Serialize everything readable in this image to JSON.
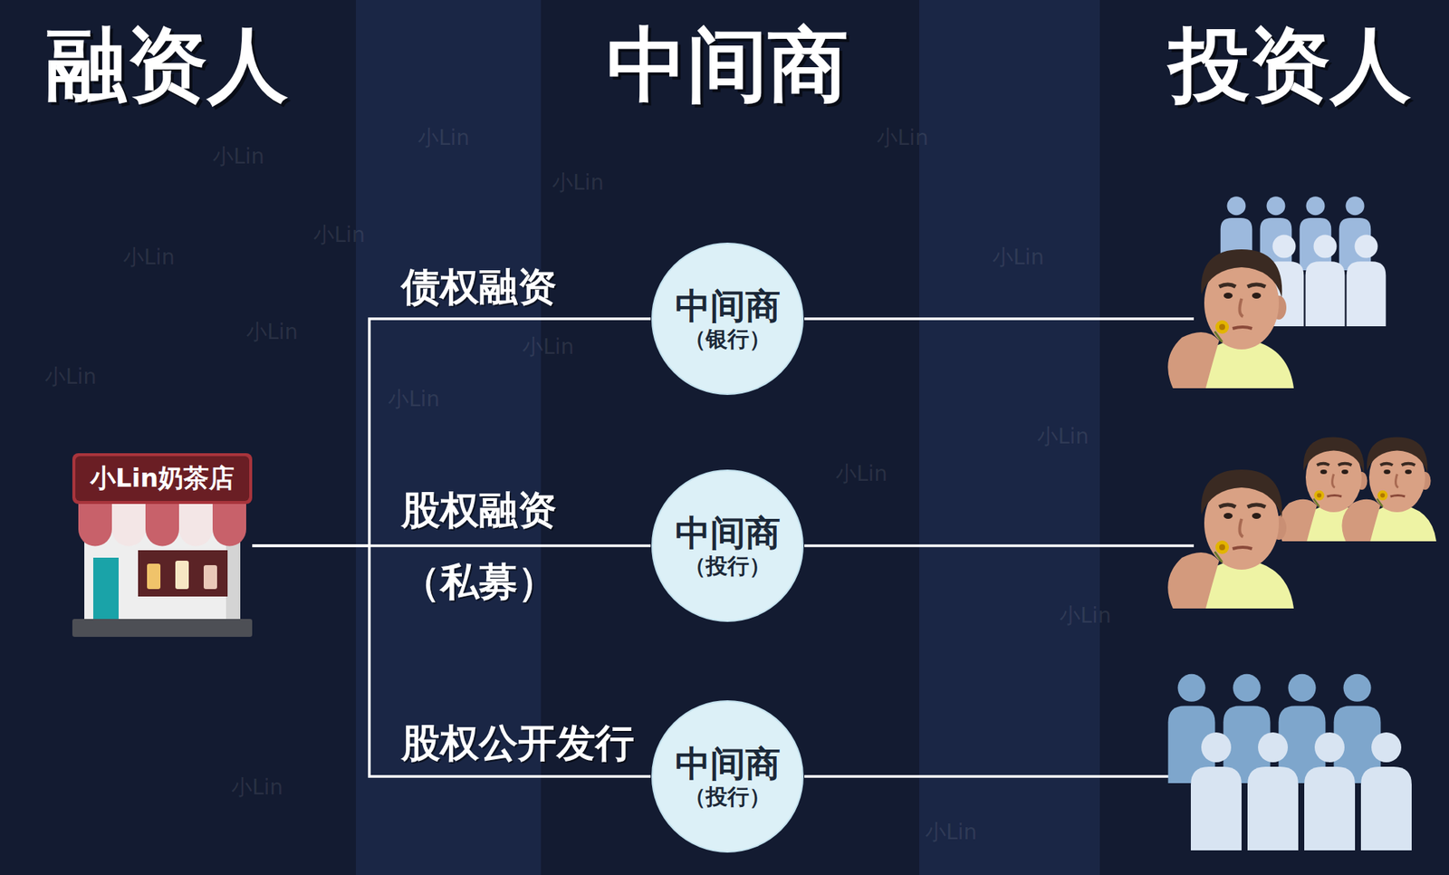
{
  "diagram": {
    "nodes": [
      {
        "text": [
          "小Lin奶茶店"
        ]
      },
      {
        "text": [
          "中间商",
          "（银行）"
        ]
      },
      {
        "text": [
          "中间商",
          "（投行）"
        ]
      },
      {
        "text": [
          "中间商",
          "（投行）"
        ]
      }
    ],
    "edges": [
      {
        "from": 0,
        "to": 1,
        "arrow": "none",
        "label": "债权融资"
      },
      {
        "from": 0,
        "to": 2,
        "arrow": "none",
        "label": "股权融资 （私募）"
      },
      {
        "from": 0,
        "to": 3,
        "arrow": "none",
        "label": "股权公开发行"
      }
    ],
    "labels": [
      "融资人",
      "中间商",
      "投资人",
      "小Lin",
      "小Lin",
      "小Lin",
      "小Lin",
      "小Lin",
      "小Lin",
      "小Lin",
      "小Lin",
      "小Lin",
      "小Lin",
      "小Lin",
      "小Lin",
      "小Lin",
      "小Lin",
      "小Lin",
      "小Lin"
    ]
  }
}
